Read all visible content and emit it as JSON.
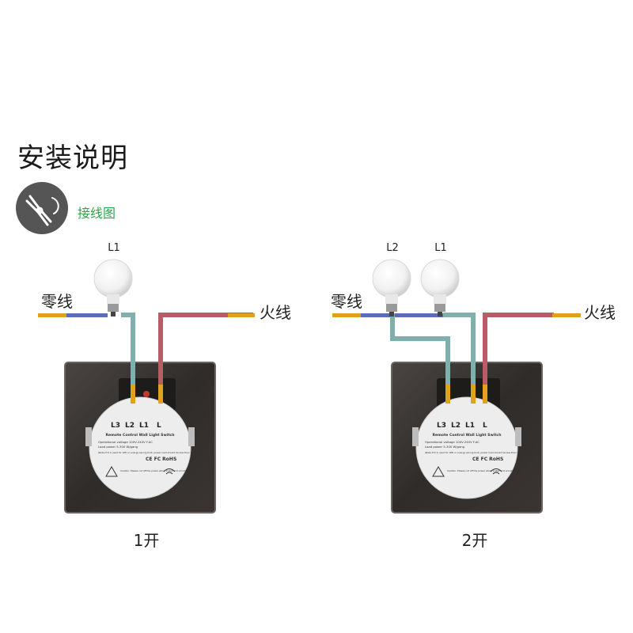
{
  "heading": "安装说明",
  "sub_heading": "接线图",
  "colors": {
    "neutral_wire": "#5b6db5",
    "load_wire": "#7fb0ae",
    "live_wire": "#b85c66",
    "wire_tip": "#e0a11b",
    "badge": "#555555",
    "accent_text": "#2aa84a"
  },
  "diagrams": [
    {
      "caption": "1开",
      "neutral_label": "零线",
      "live_label": "火线",
      "bulbs": [
        "L1"
      ],
      "terminal_labels": [
        "L3",
        "L2",
        "L1",
        "L"
      ],
      "sticker": {
        "title": "Remote Control Wall Light Switch",
        "voltage": "Operational voltage  100V-240V  F.AC",
        "power": "Load power  5-300 W/gang",
        "note": "(Note:If it is used for LED or energy saving bulb, power load should be less than 100W/gang)",
        "marks": "CE FC RoHS",
        "caution": "Caution: Please cut off the power when install and uninstallation"
      }
    },
    {
      "caption": "2开",
      "neutral_label": "零线",
      "live_label": "火线",
      "bulbs": [
        "L2",
        "L1"
      ],
      "terminal_labels": [
        "L3",
        "L2",
        "L1",
        "L"
      ],
      "sticker": {
        "title": "Remote Control Wall Light Switch",
        "voltage": "Operational voltage  100V-240V  F.AC",
        "power": "Load power  5-300 W/gang",
        "note": "(Note:If it is used for LED or energy saving bulb, power load should be less than 100W/gang)",
        "marks": "CE FC RoHS",
        "caution": "Caution: Please cut off the power when install and uninstallation"
      }
    }
  ]
}
